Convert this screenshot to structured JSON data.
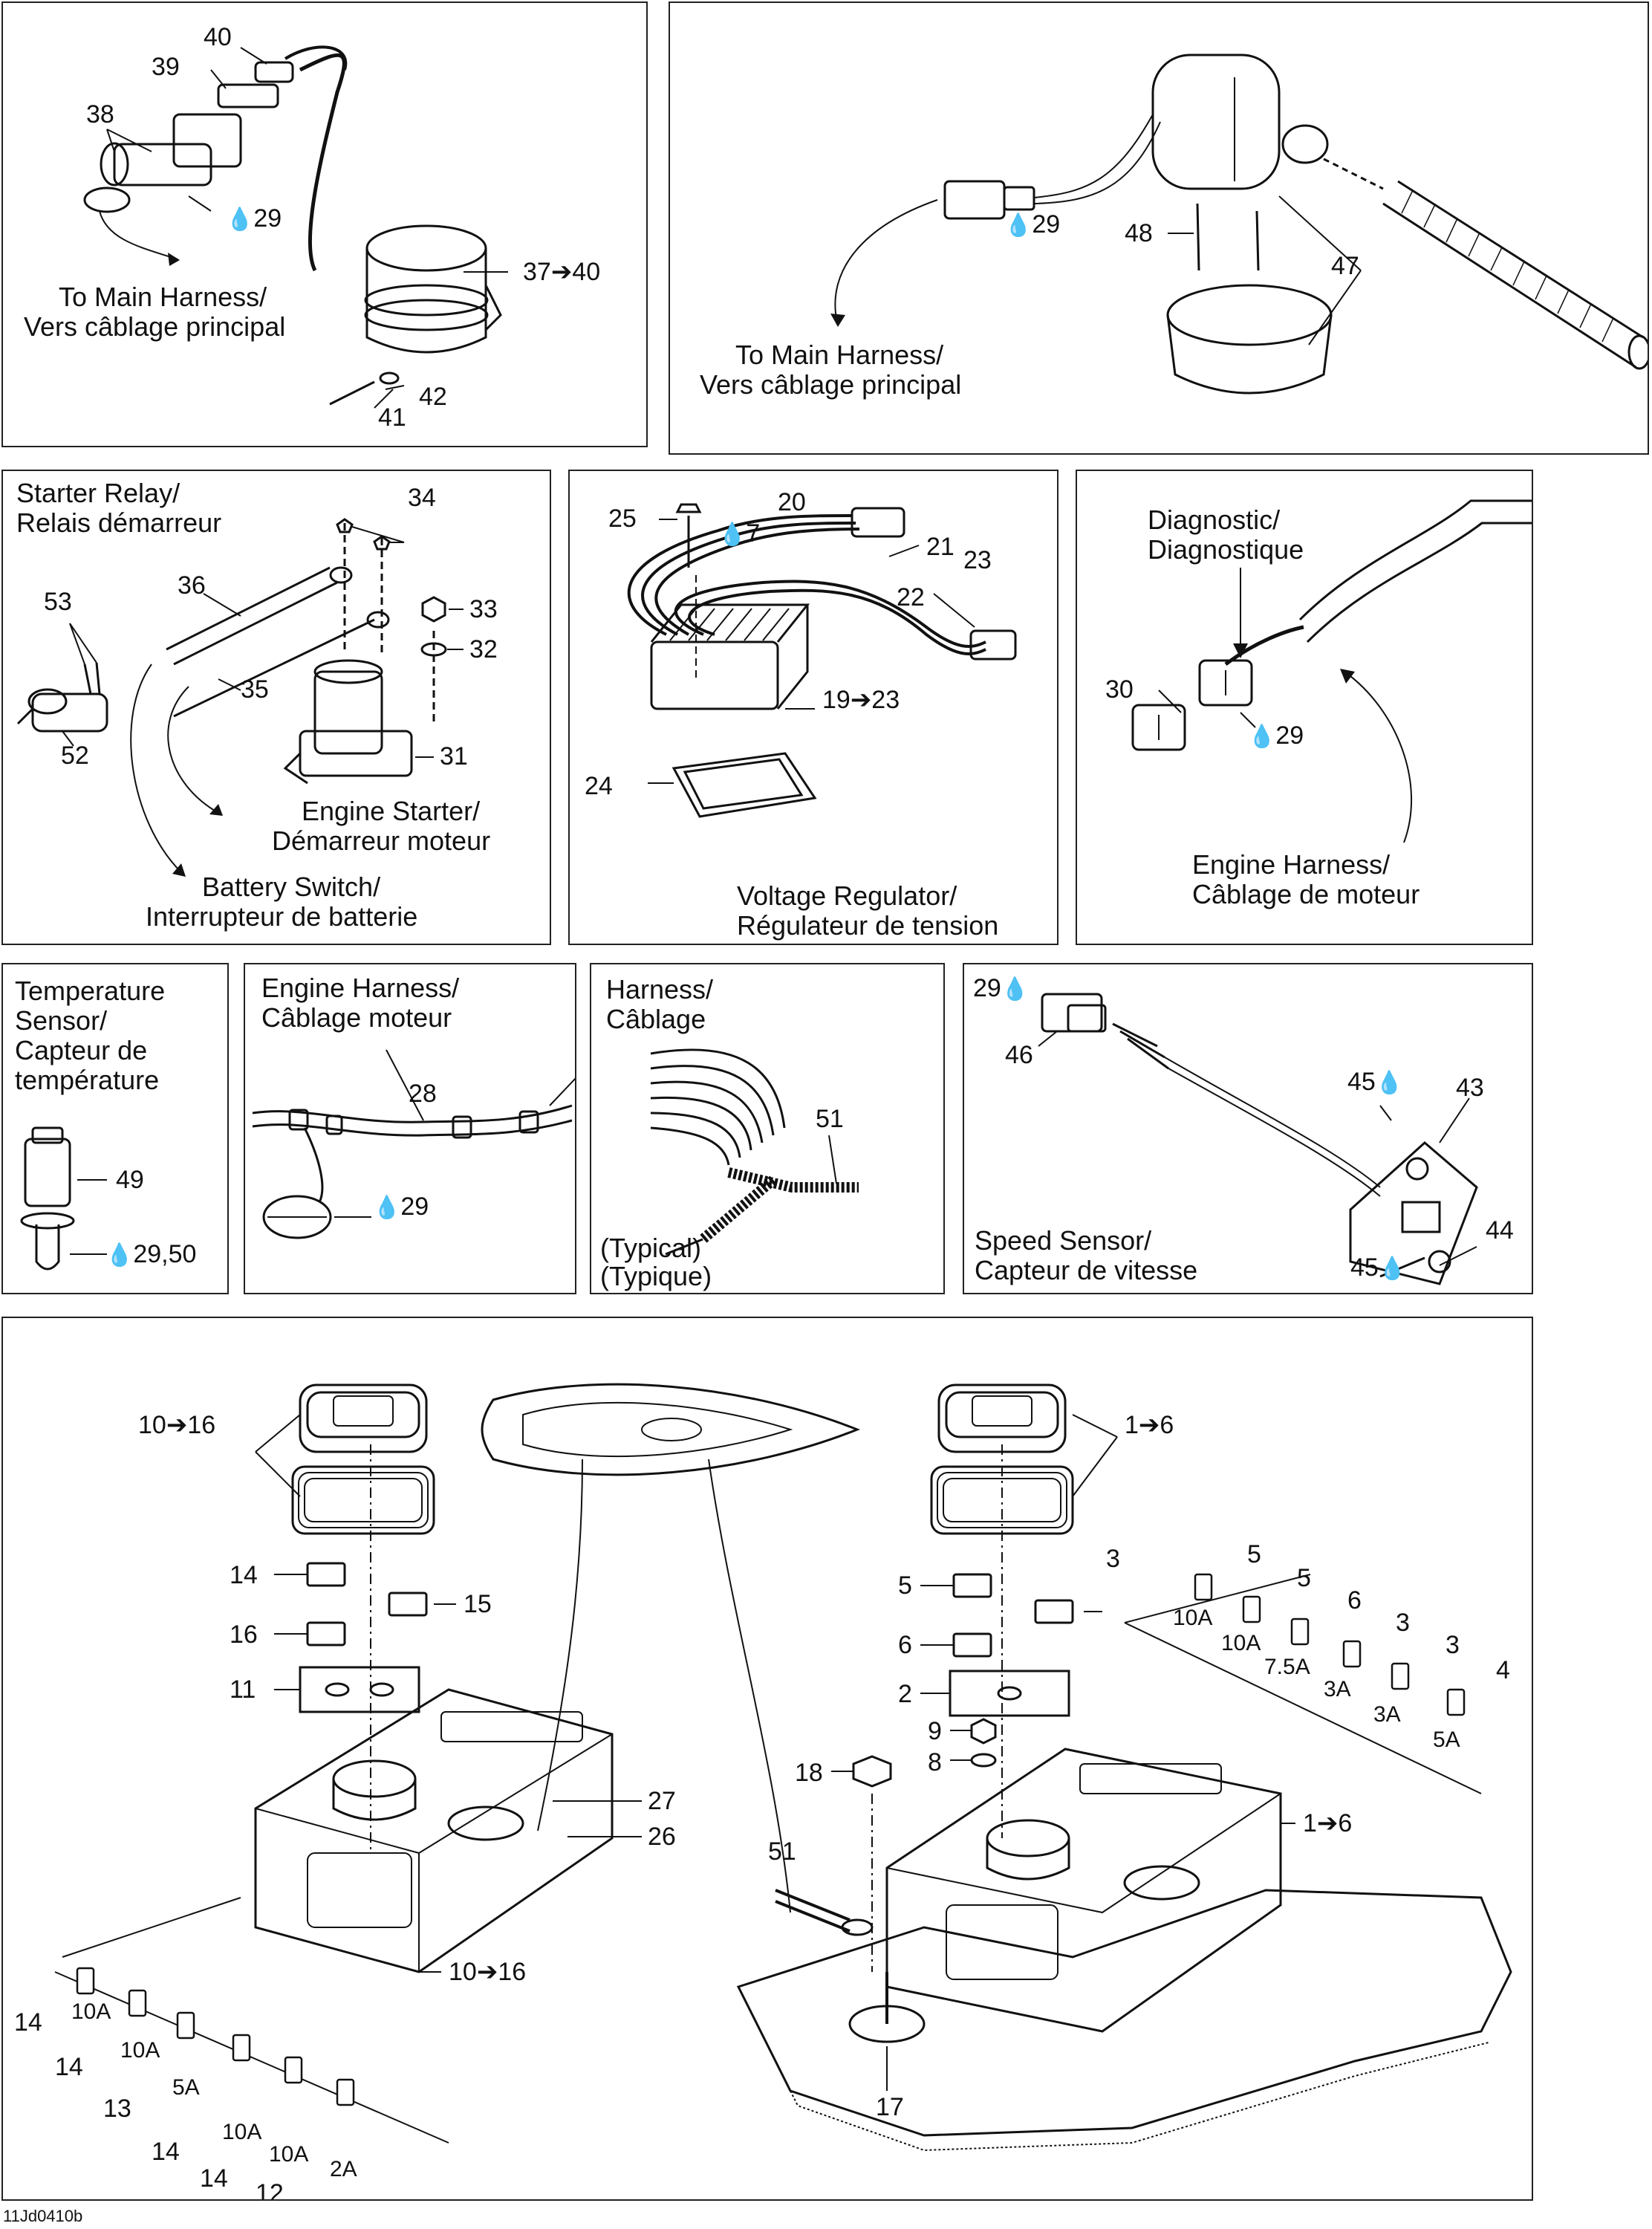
{
  "page": {
    "code": "11Jd0410b"
  },
  "icons": {
    "drop": "sealant-drop-icon",
    "arrow": "arrow-right-icon"
  },
  "panel_bilge_left": {
    "label_line1": "To Main Harness/",
    "label_line2": "Vers câblage principal",
    "callouts": [
      "40",
      "39",
      "38",
      "29",
      "37➔40",
      "42",
      "41"
    ]
  },
  "panel_bilge_right": {
    "label_line1": "To Main Harness/",
    "label_line2": "Vers câblage principal",
    "callouts": [
      "29",
      "48",
      "47"
    ]
  },
  "panel_starter": {
    "title_line1": "Starter Relay/",
    "title_line2": "Relais démarreur",
    "engine_starter_line1": "Engine Starter/",
    "engine_starter_line2": "Démarreur moteur",
    "battery_line1": "Battery Switch/",
    "battery_line2": "Interrupteur de batterie",
    "callouts": [
      "34",
      "36",
      "53",
      "33",
      "32",
      "35",
      "52",
      "31"
    ]
  },
  "panel_regulator": {
    "title_line1": "Voltage Regulator/",
    "title_line2": "Régulateur de tension",
    "callouts": [
      "25",
      "7",
      "20",
      "21",
      "23",
      "22",
      "19➔23",
      "24"
    ]
  },
  "panel_diagnostic": {
    "title_line1": "Diagnostic/",
    "title_line2": "Diagnostique",
    "harness_line1": "Engine Harness/",
    "harness_line2": "Câblage de moteur",
    "callouts": [
      "30",
      "29"
    ]
  },
  "panel_temp": {
    "title_lines": [
      "Temperature",
      "Sensor/",
      "Capteur de",
      "température"
    ],
    "callouts": [
      "49",
      "29,50"
    ]
  },
  "panel_engine_harness": {
    "title_line1": "Engine Harness/",
    "title_line2": "Câblage moteur",
    "callouts": [
      "28",
      "29"
    ]
  },
  "panel_harness": {
    "title_line1": "Harness/",
    "title_line2": "Câblage",
    "note_line1": "(Typical)",
    "note_line2": "(Typique)",
    "callouts": [
      "51"
    ]
  },
  "panel_speed": {
    "title_line1": "Speed Sensor/",
    "title_line2": "Capteur de vitesse",
    "callouts": [
      "29",
      "46",
      "45",
      "43",
      "44",
      "45"
    ]
  },
  "panel_fuse": {
    "left_callouts": [
      "10➔16",
      "14",
      "16",
      "15",
      "11",
      "27",
      "26",
      "10➔16"
    ],
    "left_fuses": [
      {
        "part": "14",
        "rating": "10A"
      },
      {
        "part": "14",
        "rating": "10A"
      },
      {
        "part": "13",
        "rating": "5A"
      },
      {
        "part": "14",
        "rating": "10A"
      },
      {
        "part": "14",
        "rating": "10A"
      },
      {
        "part": "12",
        "rating": "2A"
      }
    ],
    "right_callouts": [
      "1➔6",
      "5",
      "3",
      "6",
      "2",
      "9",
      "8",
      "18",
      "51",
      "1➔6",
      "17"
    ],
    "right_fuses": [
      {
        "part": "5",
        "rating": "10A"
      },
      {
        "part": "5",
        "rating": "10A"
      },
      {
        "part": "6",
        "rating": "7.5A"
      },
      {
        "part": "3",
        "rating": "3A"
      },
      {
        "part": "3",
        "rating": "3A"
      },
      {
        "part": "4",
        "rating": "5A"
      }
    ]
  }
}
